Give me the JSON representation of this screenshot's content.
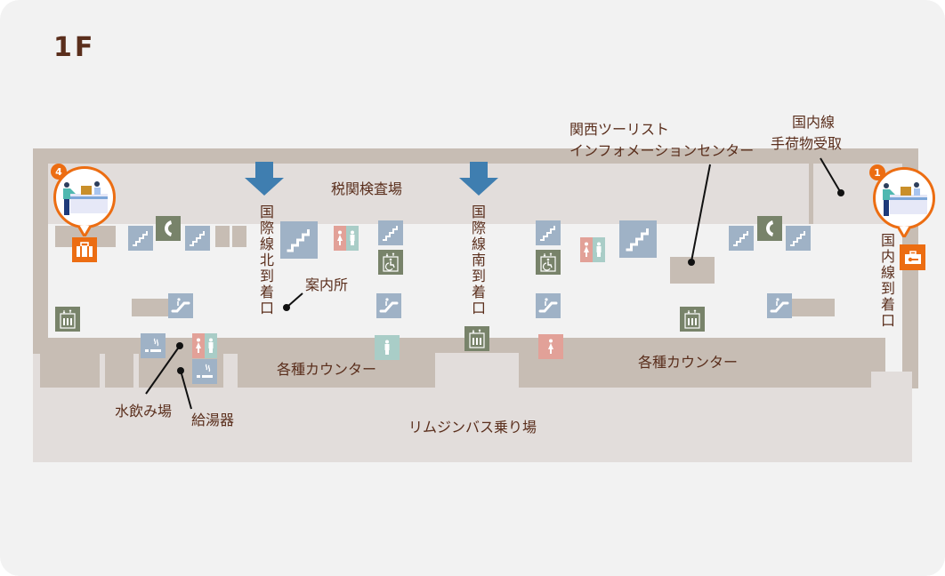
{
  "floor": {
    "title": "1F"
  },
  "areas": {
    "customs": "税関検査場",
    "counters_west": "各種カウンター",
    "counters_east": "各種カウンター",
    "limousine_bus": "リムジンバス乗り場"
  },
  "exits": {
    "intl_north": "国際線北到着口",
    "intl_south": "国際線南到着口",
    "domestic": "国内線到着口"
  },
  "callouts": {
    "info_desk": "案内所",
    "tourist_info_line1": "関西ツーリスト",
    "tourist_info_line2": "インフォメーションセンター",
    "domestic_baggage_line1": "国内線",
    "domestic_baggage_line2": "手荷物受取",
    "water_fountain": "水飲み場",
    "hot_water": "給湯器"
  },
  "service_points": [
    {
      "number": "4",
      "icon": "baggage-storage-icon"
    },
    {
      "number": "1",
      "icon": "coin-locker-icon"
    }
  ],
  "colors": {
    "wall": "#c7bdb4",
    "zone": "#e2dddb",
    "text": "#5a2e1c",
    "arrow": "#3f7eb0",
    "stairs_escalator": "#9fb2c6",
    "elevator_phone": "#78836a",
    "women": "#e2a198",
    "men": "#a9cdc7",
    "service": "#ec6d12"
  }
}
